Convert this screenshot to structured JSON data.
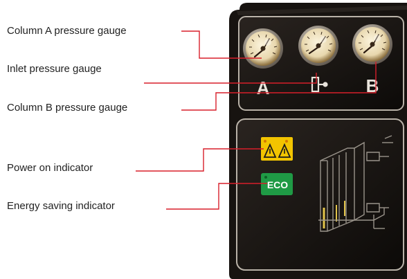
{
  "callouts": {
    "column_a": "Column A pressure gauge",
    "inlet": "Inlet pressure gauge",
    "column_b": "Column B pressure gauge",
    "power_on": "Power on indicator",
    "energy_saving": "Energy saving indicator"
  },
  "panel": {
    "gauge_letters": {
      "a": "A",
      "b": "B"
    },
    "eco_label": "ECO"
  },
  "colors": {
    "leader_line": "#d81f2a",
    "panel_bg": "#15110e",
    "warning_yellow": "#f2c400",
    "eco_green": "#1f9a45"
  },
  "icons": [
    "pressure-gauge-icon",
    "inlet-symbol-icon",
    "warning-triangle-icon",
    "generator-schematic-icon"
  ]
}
